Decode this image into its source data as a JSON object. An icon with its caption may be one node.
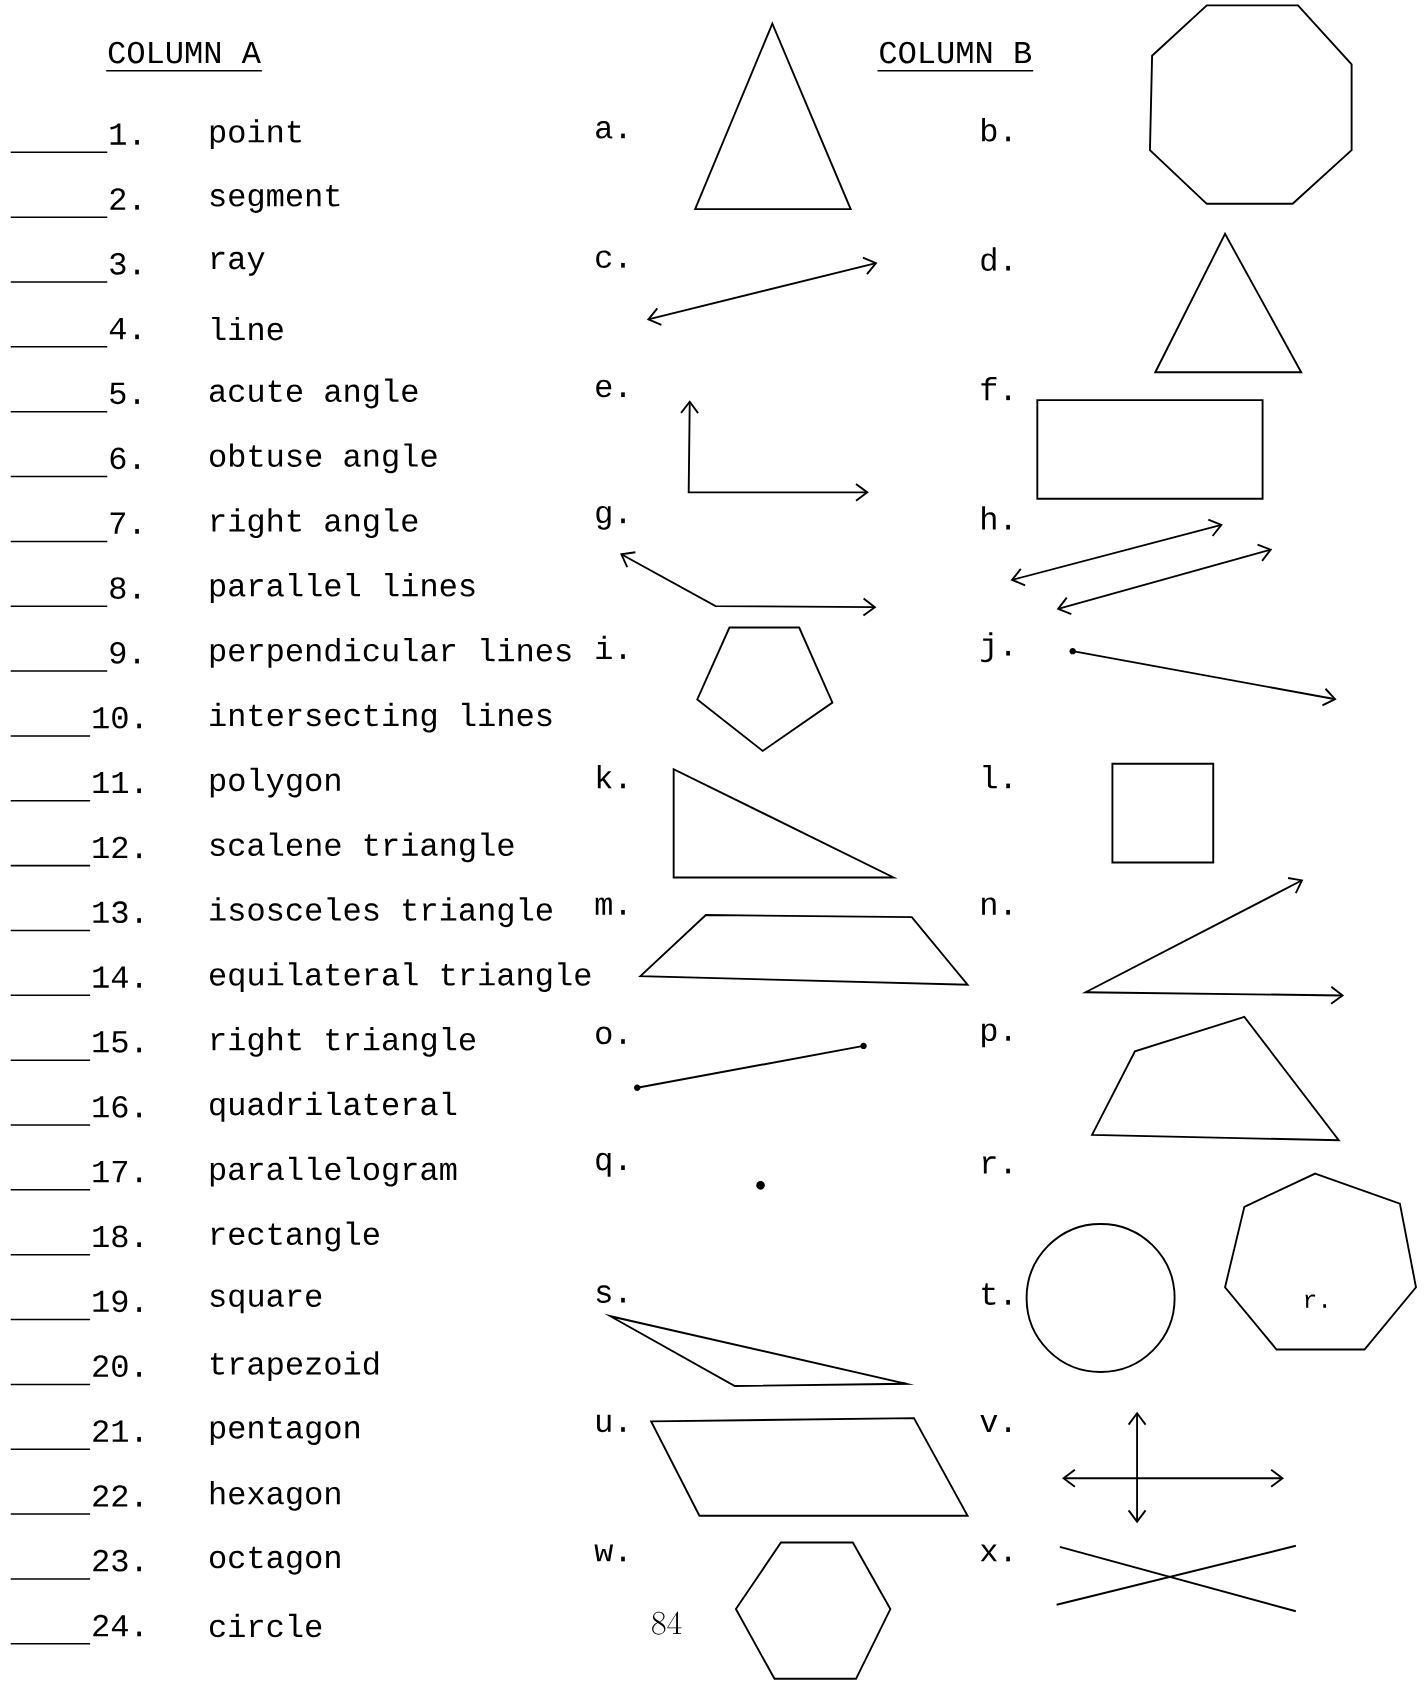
{
  "diagram": {
    "nodes": [
      {
        "text": [
          "r."
        ]
      }
    ],
    "labels": [
      "COLUMN A",
      "COLUMN B",
      "1.",
      "point",
      "2.",
      "segment",
      "3.",
      "ray",
      "4.",
      "line",
      "5.",
      "acute angle",
      "6.",
      "obtuse angle",
      "7.",
      "right angle",
      "8.",
      "parallel lines",
      "9.",
      "perpendicular lines",
      "10.",
      "intersecting lines",
      "11.",
      "polygon",
      "12.",
      "scalene triangle",
      "13.",
      "isosceles triangle",
      "14.",
      "equilateral triangle",
      "15.",
      "right triangle",
      "16.",
      "quadrilateral",
      "17.",
      "parallelogram",
      "18.",
      "rectangle",
      "19.",
      "square",
      "20.",
      "trapezoid",
      "21.",
      "pentagon",
      "22.",
      "hexagon",
      "23.",
      "octagon",
      "24.",
      "circle",
      "a.",
      "b.",
      "c.",
      "d.",
      "e.",
      "f.",
      "g.",
      "h.",
      "i.",
      "j.",
      "k.",
      "l.",
      "m.",
      "n.",
      "o.",
      "p.",
      "q.",
      "r.",
      "s.",
      "t.",
      "u.",
      "v.",
      "w.",
      "x.",
      "84"
    ]
  }
}
